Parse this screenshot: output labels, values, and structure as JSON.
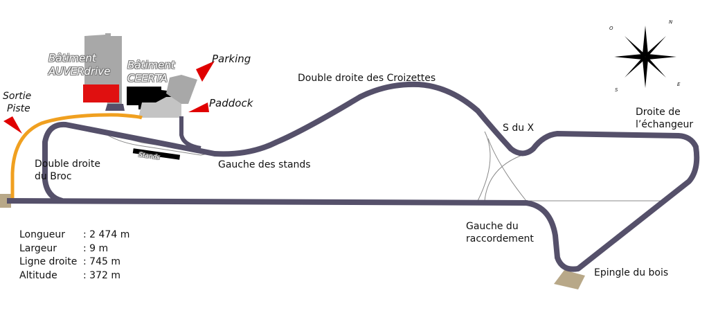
{
  "buildings": {
    "auverdrive": [
      "Bâtiment",
      "AUVERdrive"
    ],
    "ceerta": [
      "Bâtiment",
      "CEERTA"
    ]
  },
  "labels": {
    "parking": "Parking",
    "paddock": "Paddock",
    "sortie_piste": [
      "Sortie",
      "Piste"
    ],
    "stands": "Stands",
    "double_droite_broc": [
      "Double droite",
      "du Broc"
    ],
    "gauche_stands": "Gauche des stands",
    "double_droite_croizettes": "Double droite des Croizettes",
    "s_du_x": "S du X",
    "droite_echangeur": [
      "Droite de",
      "l’échangeur"
    ],
    "gauche_raccordement": [
      "Gauche du",
      "raccordement"
    ],
    "epingle_bois": "Epingle du bois"
  },
  "compass": {
    "n": "N",
    "e": "E",
    "s": "S",
    "o": "O"
  },
  "info": [
    {
      "key": "Longueur",
      "value": ": 2 474 m"
    },
    {
      "key": "Largeur",
      "value": ": 9 m"
    },
    {
      "key": "Ligne droite",
      "value": ": 745 m"
    },
    {
      "key": "Altitude",
      "value": ": 372 m"
    }
  ],
  "colors": {
    "track": "#55506a",
    "runoff": "#f0a020",
    "building_red": "#e01010",
    "building_gray": "#a8a8a8",
    "arrow": "#e00000",
    "gravel": "#b8a888"
  }
}
